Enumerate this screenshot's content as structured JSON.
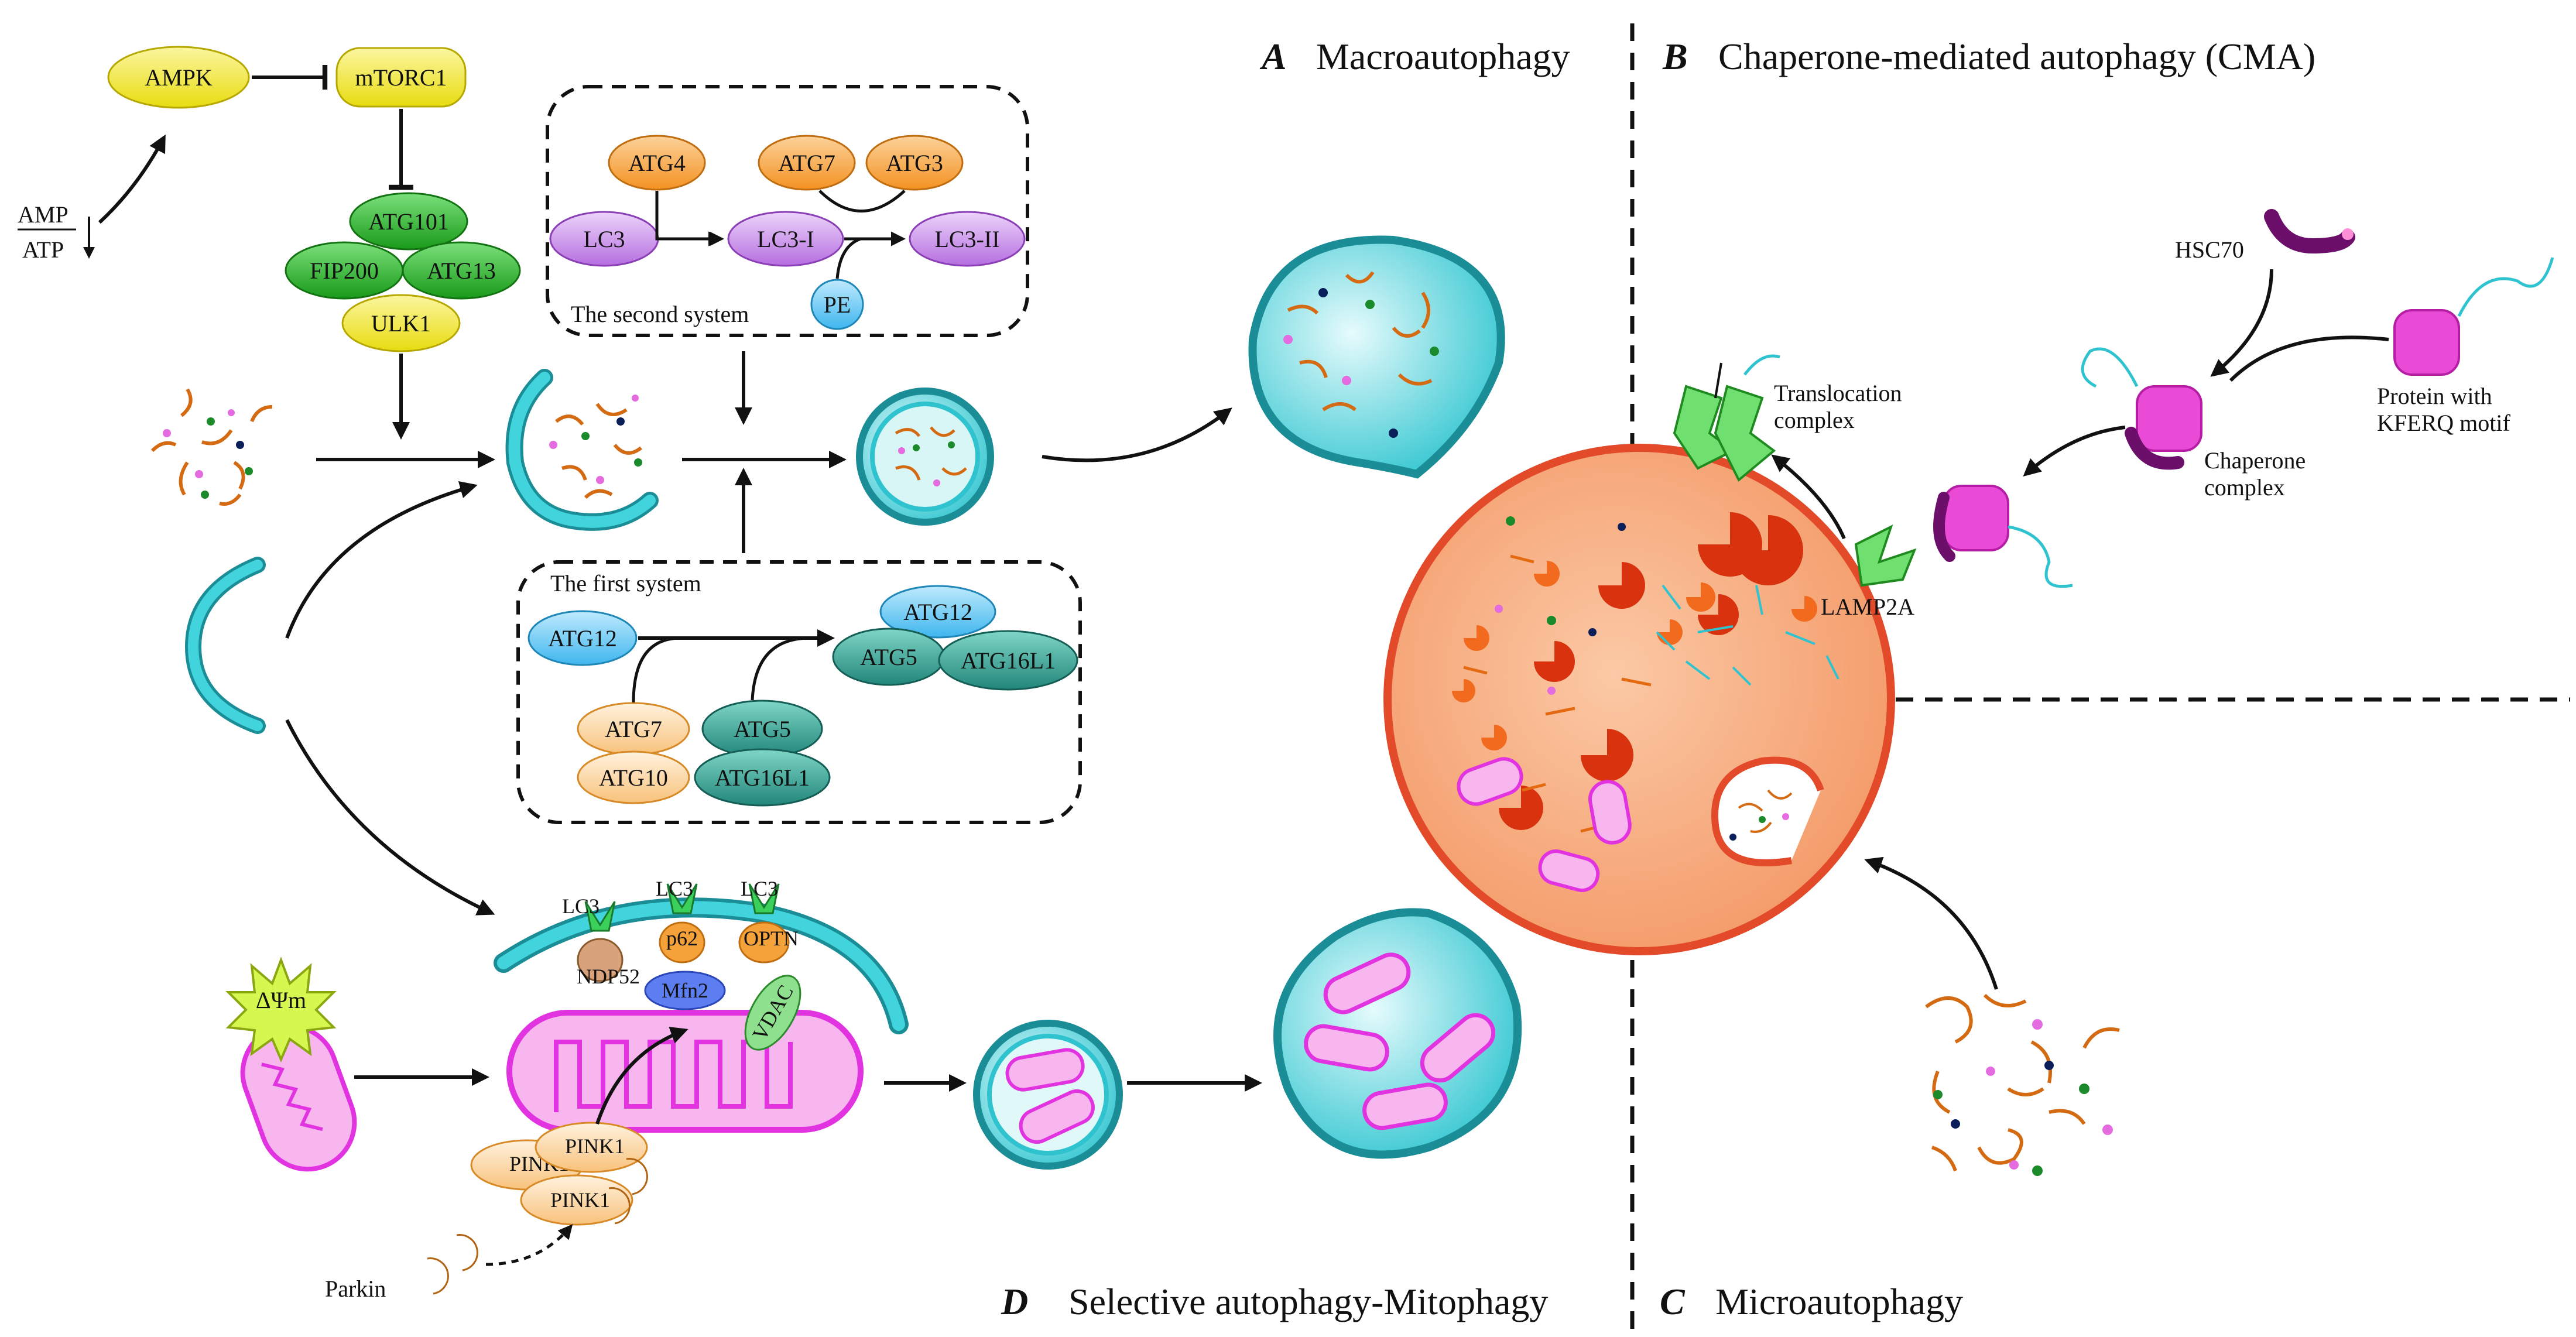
{
  "sections": {
    "a_letter": "A",
    "a_title": "Macroautophagy",
    "b_letter": "B",
    "b_title": "Chaperone-mediated autophagy (CMA)",
    "c_letter": "C",
    "c_title": "Microautophagy",
    "d_letter": "D",
    "d_title": "Selective autophagy-Mitophagy"
  },
  "signaling": {
    "ampk": "AMPK",
    "mtorc1": "mTORC1",
    "atg101": "ATG101",
    "fip200": "FIP200",
    "atg13": "ATG13",
    "ulk1": "ULK1",
    "amp": "AMP",
    "atp": "ATP"
  },
  "second_system": {
    "title": "The second system",
    "atg4": "ATG4",
    "atg7": "ATG7",
    "atg3": "ATG3",
    "lc3": "LC3",
    "lc3_i": "LC3-I",
    "lc3_ii": "LC3-II",
    "pe": "PE"
  },
  "first_system": {
    "title": "The first system",
    "atg12": "ATG12",
    "atg7": "ATG7",
    "atg10": "ATG10",
    "atg5": "ATG5",
    "atg16l1": "ATG16L1",
    "complex_atg12": "ATG12",
    "complex_atg5": "ATG5",
    "complex_atg16l1": "ATG16L1"
  },
  "cma": {
    "hsc70": "HSC70",
    "protein_line1": "Protein with",
    "protein_line2": "KFERQ motif",
    "chaperone_line1": "Chaperone",
    "chaperone_line2": "complex",
    "translocation_line1": "Translocation",
    "translocation_line2": "complex",
    "lamp2a": "LAMP2A"
  },
  "mitophagy": {
    "lc3": "LC3",
    "ndp52": "NDP52",
    "p62": "p62",
    "optn": "OPTN",
    "mfn2": "Mfn2",
    "vdac": "VDAC",
    "pink1": "PINK1",
    "parkin": "Parkin",
    "delta_psi": "ΔΨm"
  },
  "colors": {
    "yellow": "#f3ec2a",
    "green": "#2eb52e",
    "orange": "#f6a23b",
    "purple": "#c77ee6",
    "teal": "#2e9a8a",
    "cyan": "#2ec3cf",
    "lysosome": "#f7a87a",
    "magenta": "#e233e0"
  }
}
